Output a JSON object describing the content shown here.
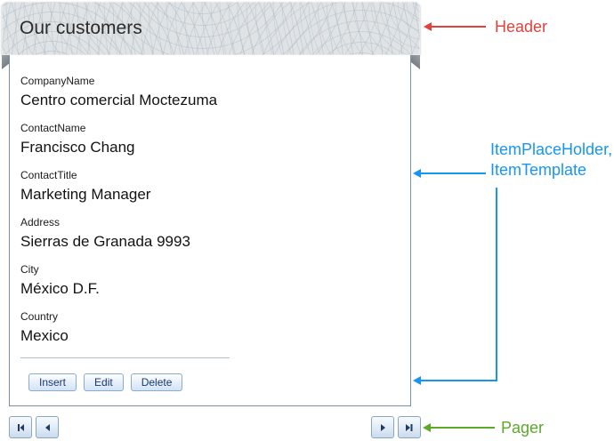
{
  "header": {
    "title": "Our customers"
  },
  "form": {
    "fields": [
      {
        "label": "CompanyName",
        "value": "Centro comercial Moctezuma"
      },
      {
        "label": "ContactName",
        "value": "Francisco Chang"
      },
      {
        "label": "ContactTitle",
        "value": "Marketing Manager"
      },
      {
        "label": "Address",
        "value": "Sierras de Granada 9993"
      },
      {
        "label": "City",
        "value": "México D.F."
      },
      {
        "label": "Country",
        "value": "Mexico"
      }
    ],
    "buttons": [
      {
        "label": "Insert"
      },
      {
        "label": "Edit"
      },
      {
        "label": "Delete"
      }
    ]
  },
  "pager": {
    "icons": [
      "first-page-icon",
      "previous-page-icon",
      "next-page-icon",
      "last-page-icon"
    ]
  },
  "annotations": {
    "header": {
      "label": "Header",
      "color": "#e2413c"
    },
    "item": {
      "label_line1": "ItemPlaceHolder,",
      "label_line2": "ItemTemplate",
      "color": "#1895f0"
    },
    "pager": {
      "label": "Pager",
      "color": "#5ca82a"
    }
  },
  "colors": {
    "header_background": "#dfe3e6",
    "body_border": "#7592a9",
    "button_text": "#16397a",
    "separator": "#a9bfd3"
  }
}
